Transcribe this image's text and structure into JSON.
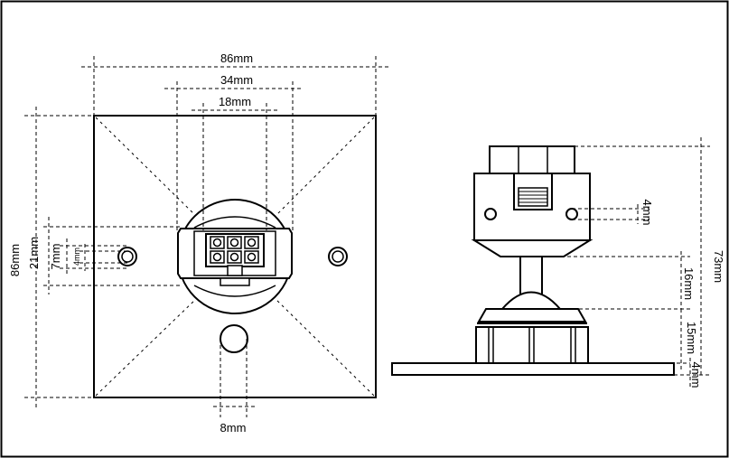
{
  "front_view": {
    "width_label": "86mm",
    "height_label": "86mm",
    "collar_width_label": "34mm",
    "connector_width_label": "18mm",
    "connector_height_label": "21mm",
    "hole_offset_label": "7mm",
    "hole_dia_label": "4mm",
    "button_width_label": "8mm"
  },
  "side_view": {
    "total_height_label": "73mm",
    "hole_label": "4mm",
    "neck_label": "16mm",
    "base_label": "15mm",
    "plate_label": "4mm"
  }
}
